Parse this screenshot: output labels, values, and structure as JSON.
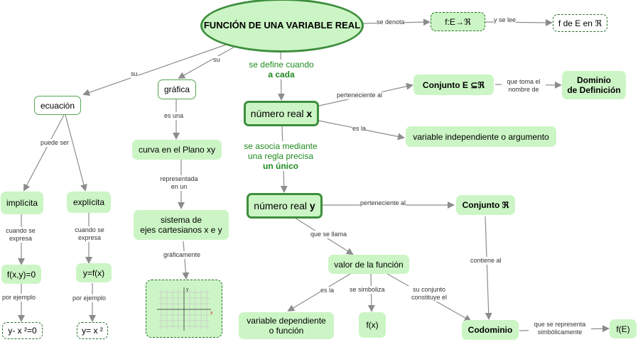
{
  "nodes": {
    "title": "FUNCIÓN DE UNA VARIABLE REAL",
    "notation": "f:E→ℜ",
    "reading": "f de E en ℜ",
    "ecuacion": "ecuación",
    "grafica": "gráfica",
    "numero_x_pre": "número real ",
    "numero_x_var": "x",
    "conjunto_e": "Conjunto E ⊆ℜ",
    "dominio_line1": "Dominio",
    "dominio_line2": "de Definición",
    "variable_indep": "variable independiente o argumento",
    "curva": "curva en el Plano xy",
    "implicita": "implícita",
    "explicita": "explícita",
    "numero_y_pre": "número real ",
    "numero_y_var": "y",
    "conjunto_r": "Conjunto ℜ",
    "sistema_line1": "sistema de",
    "sistema_line2": "ejes cartesianos x e y",
    "fxy": "f(x,y)=0",
    "yfx": "y=f(x)",
    "valor": "valor de la función",
    "ex_implicit": "y- x ²=0",
    "ex_explicit": "y= x ²",
    "var_dep_line1": "variable dependiente",
    "var_dep_line2": "o función",
    "fx": "f(x)",
    "codominio": "Codominio",
    "fE": "f(E)"
  },
  "links": {
    "se_denota": "se denota",
    "y_se_lee": "y se lee",
    "su_left": "su",
    "su_mid": "su",
    "se_define_line1": "se define cuando",
    "se_define_line2": "a cada",
    "perteneciente_al_1": "perteneciente  al",
    "que_toma_line1": "que toma el",
    "que_toma_line2": "nombre de",
    "es_la_1": "es la",
    "puede_ser": "puede ser",
    "es_una": "es una",
    "se_asocia_line1": "se asocia mediante",
    "se_asocia_line2": "una regla precisa",
    "se_asocia_line3": "un único",
    "representada_line1": "representada",
    "representada_line2": "en un",
    "cuando_se_1_line1": "cuando se",
    "cuando_se_1_line2": "expresa",
    "cuando_se_2_line1": "cuando se",
    "cuando_se_2_line2": "expresa",
    "perteneciente_al_2": "perteneciente al",
    "graficamente": "gráficamente",
    "que_se_llama": "que se llama",
    "contiene_al": "contiene al",
    "por_ejemplo_1": "por ejemplo",
    "por_ejemplo_2": "por ejemplo",
    "es_la_2": "es la",
    "se_simboliza": "se simboliza",
    "su_conjunto_line1": "su conjunto",
    "su_conjunto_line2": "constituye el",
    "que_se_representa_line1": "que se representa",
    "que_se_representa_line2": "simbólicamente"
  },
  "plot": {
    "x_axis_label": "x",
    "y_axis_label": "y"
  },
  "colors": {
    "node_fill": "#ccf5c5",
    "node_border": "#3d8e3d",
    "connector": "#8c8c8c",
    "link_label_green": "#1f8a1f"
  }
}
